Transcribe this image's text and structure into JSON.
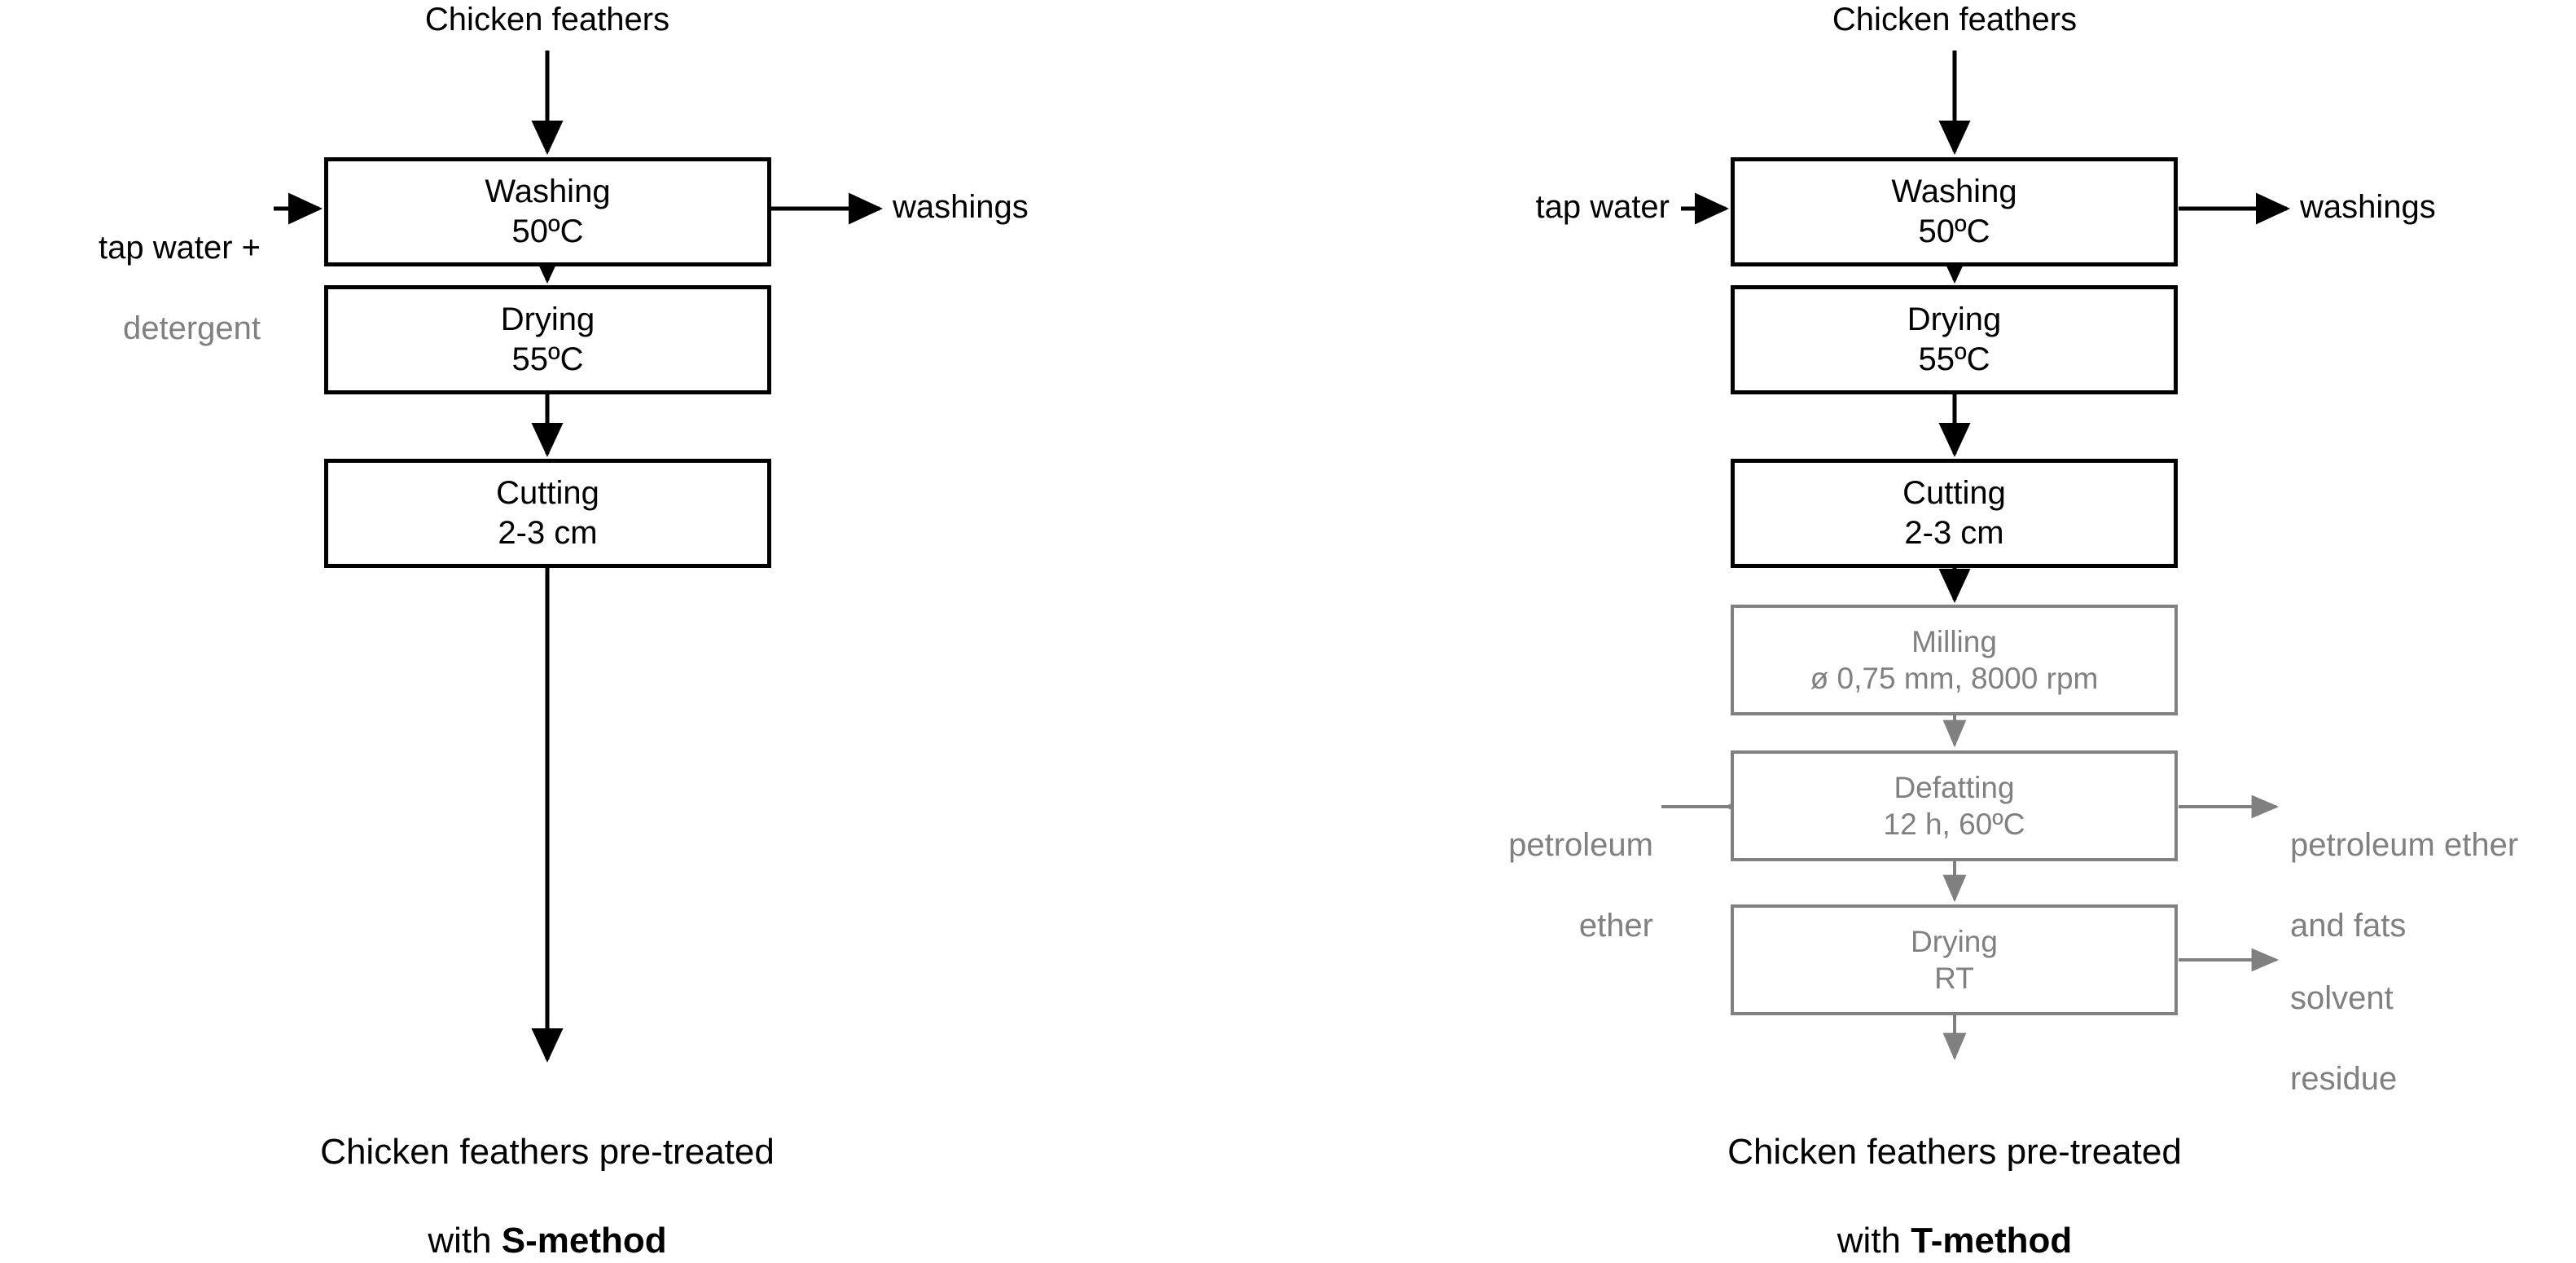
{
  "diagram": {
    "title_semantic": "chicken-feather-pretreatment-flowchart",
    "colors": {
      "black": "#000000",
      "gray": "#808080",
      "background": "#ffffff"
    },
    "columns": [
      {
        "id": "s-method",
        "input_top": "Chicken feathers",
        "side_inputs": [
          {
            "line1": "tap water +",
            "line2": "detergent",
            "line1_color": "#000000",
            "line2_color": "#808080"
          }
        ],
        "side_outputs": [
          {
            "text": "washings",
            "color": "#000000"
          }
        ],
        "steps": [
          {
            "name": "Washing",
            "detail": "50",
            "detail_unit": "o",
            "detail_tail": "C",
            "detail_full": "50ºC",
            "color": "#000000"
          },
          {
            "name": "Drying",
            "detail_full": "55ºC",
            "color": "#000000"
          },
          {
            "name": "Cutting",
            "detail_full": "2-3 cm",
            "color": "#000000"
          }
        ],
        "output_line1": "Chicken feathers pre-treated",
        "output_line2_prefix": "with ",
        "output_line2_bold": "S-method"
      },
      {
        "id": "t-method",
        "input_top": "Chicken feathers",
        "side_inputs": [
          {
            "line1": "tap water",
            "line2": "",
            "line1_color": "#000000",
            "line2_color": "#808080"
          },
          {
            "line1": "petroleum",
            "line2": "ether",
            "line1_color": "#808080",
            "line2_color": "#808080"
          }
        ],
        "side_outputs": [
          {
            "text": "washings",
            "color": "#000000"
          },
          {
            "line1": "petroleum ether",
            "line2": "and fats",
            "color": "#808080"
          },
          {
            "line1": "solvent",
            "line2": "residue",
            "color": "#808080"
          }
        ],
        "steps": [
          {
            "name": "Washing",
            "detail_full": "50ºC",
            "color": "#000000"
          },
          {
            "name": "Drying",
            "detail_full": "55ºC",
            "color": "#000000"
          },
          {
            "name": "Cutting",
            "detail_full": "2-3 cm",
            "color": "#000000"
          },
          {
            "name": "Milling",
            "detail_full": "ø 0,75 mm, 8000 rpm",
            "color": "#808080"
          },
          {
            "name": "Defatting",
            "detail_full": "12 h, 60ºC",
            "color": "#808080"
          },
          {
            "name": "Drying",
            "detail_full": "RT",
            "color": "#808080"
          }
        ],
        "output_line1": "Chicken feathers pre-treated",
        "output_line2_prefix": "with ",
        "output_line2_bold": "T-method"
      }
    ]
  }
}
